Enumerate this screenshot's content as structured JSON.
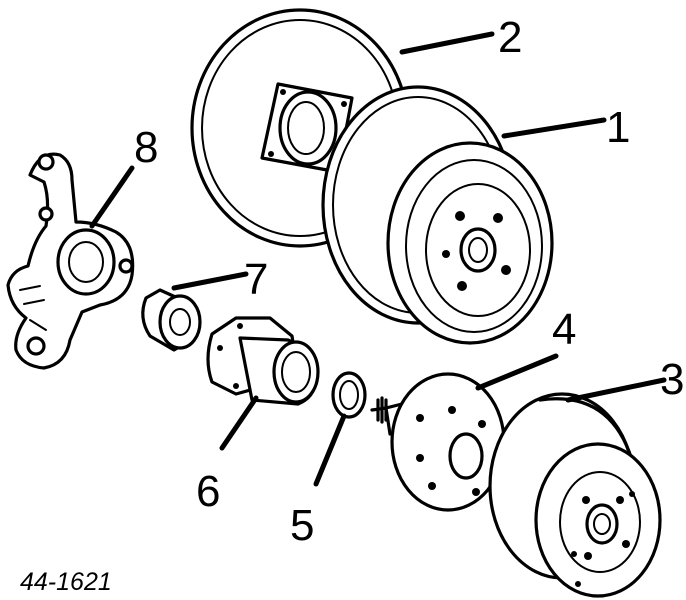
{
  "figure": {
    "part_number": "44-1621",
    "callouts": [
      "1",
      "2",
      "3",
      "4",
      "5",
      "6",
      "7",
      "8"
    ]
  }
}
